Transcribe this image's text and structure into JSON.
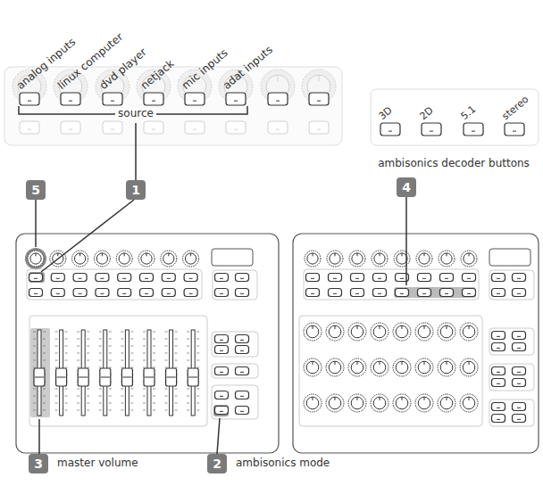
{
  "diagram": {
    "nodes": [
      {
        "text": [
          "5"
        ]
      },
      {
        "text": [
          "1"
        ]
      },
      {
        "text": [
          "4"
        ]
      },
      {
        "text": [
          "3"
        ]
      },
      {
        "text": [
          "2"
        ]
      }
    ],
    "labels": [
      "analog inputs",
      "linux computer",
      "dvd player",
      "netjack",
      "mic inputs",
      "adat inputs",
      "source",
      "3D",
      "2D",
      "5.1",
      "stereo",
      "ambisonics decoder buttons",
      "master volume",
      "ambisonics mode"
    ]
  }
}
